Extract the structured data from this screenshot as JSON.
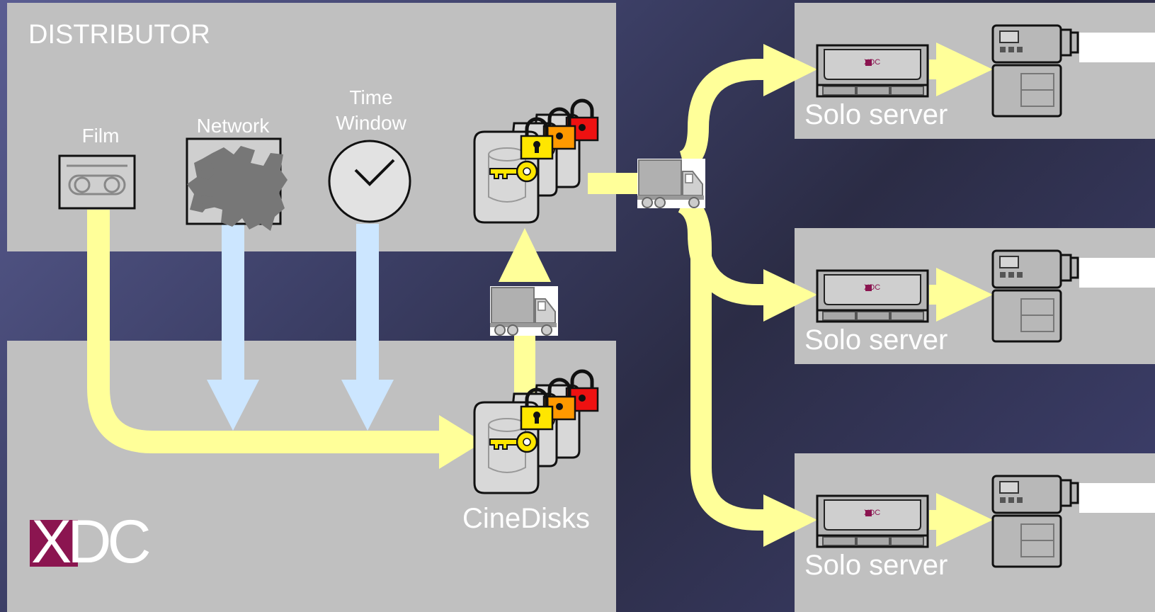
{
  "distributor": {
    "title": "DISTRIBUTOR",
    "film_label": "Film",
    "network_label": "Network",
    "time_window_label": "Time\nWindow"
  },
  "studio": {
    "cinedisks_label": "CineDisks",
    "logo_text": "XDC"
  },
  "servers": [
    {
      "label": "Solo server",
      "badge": "XDC"
    },
    {
      "label": "Solo server",
      "badge": "XDC"
    },
    {
      "label": "Solo server",
      "badge": "XDC"
    }
  ],
  "colors": {
    "panel": "#c0c0c0",
    "flow_yellow": "#ffff99",
    "flow_blue": "#cce6ff",
    "logo_maroon": "#8b1550",
    "lock_yellow": "#ffe600",
    "lock_orange": "#ff9900",
    "lock_red": "#ee1111"
  },
  "icons": [
    "film-cassette-icon",
    "europe-map-icon",
    "clock-icon",
    "cinedisk-icon",
    "padlock-icon",
    "key-icon",
    "truck-icon",
    "solo-server-icon",
    "projector-icon"
  ]
}
